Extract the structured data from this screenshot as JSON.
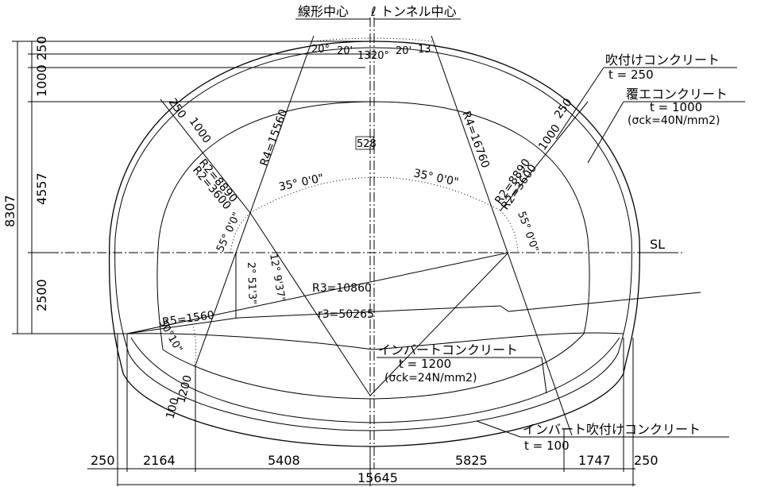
{
  "centerlines": {
    "alignment_center": "線形中心",
    "tunnel_center": "トンネル中心",
    "tunnel_center_symbol": "ℓ"
  },
  "springline": "SL",
  "materials": {
    "shotcrete": {
      "title": "吹付けコンクリート",
      "thickness": "t = 250"
    },
    "lining": {
      "title": "覆エコンクリート",
      "thickness": "t = 1000",
      "strength": "(σck=40N/mm2)"
    },
    "invert": {
      "title": "インバートコンクリート",
      "thickness": "t = 1200",
      "strength": "(σck=24N/mm2)"
    },
    "invert_shotcrete": {
      "title": "インバート吹付けコンクリート",
      "thickness": "t = 100"
    }
  },
  "left_dims": {
    "d250": "250",
    "d1000": "1000",
    "d4557": "4557",
    "d8307": "8307",
    "d2500": "2500"
  },
  "bottom_dims": {
    "d250_left": "250",
    "d2164": "2164",
    "d5408": "5408",
    "d5825": "5825",
    "d1747": "1747",
    "d250_right": "250",
    "total": "15645"
  },
  "radii": {
    "r2_left_a": "R2=8890",
    "r2_left_b": "R2=3600",
    "r4_left": "R4=15560",
    "r4_right": "R4=16760",
    "r2_right_a": "R2=8890",
    "r2_right_b": "R2=3600",
    "r3": "R3=10860",
    "r3_small": "r3=50265",
    "r5": "R5=1560"
  },
  "angles": {
    "crown_left_a": "20°",
    "crown_left_b": "20'",
    "crown_left_c": "13",
    "crown_right_a": "20°",
    "crown_right_b": "20'",
    "crown_right_c": "13",
    "a35_left": "35° 0'0\"",
    "a35_right": "35° 0'0\"",
    "a55_left": "55° 0'0\"",
    "a55_right": "55° 0'0\"",
    "a12": "12° 9'37\"",
    "a2": "2° 51'3\"",
    "a30": "30°10\""
  },
  "misc": {
    "d528": "528",
    "t250_label": "250",
    "t1000_label": "1000",
    "t250_right": "250",
    "t1000_right": "1000",
    "t1200_label": "1200",
    "t100_label": "100"
  }
}
